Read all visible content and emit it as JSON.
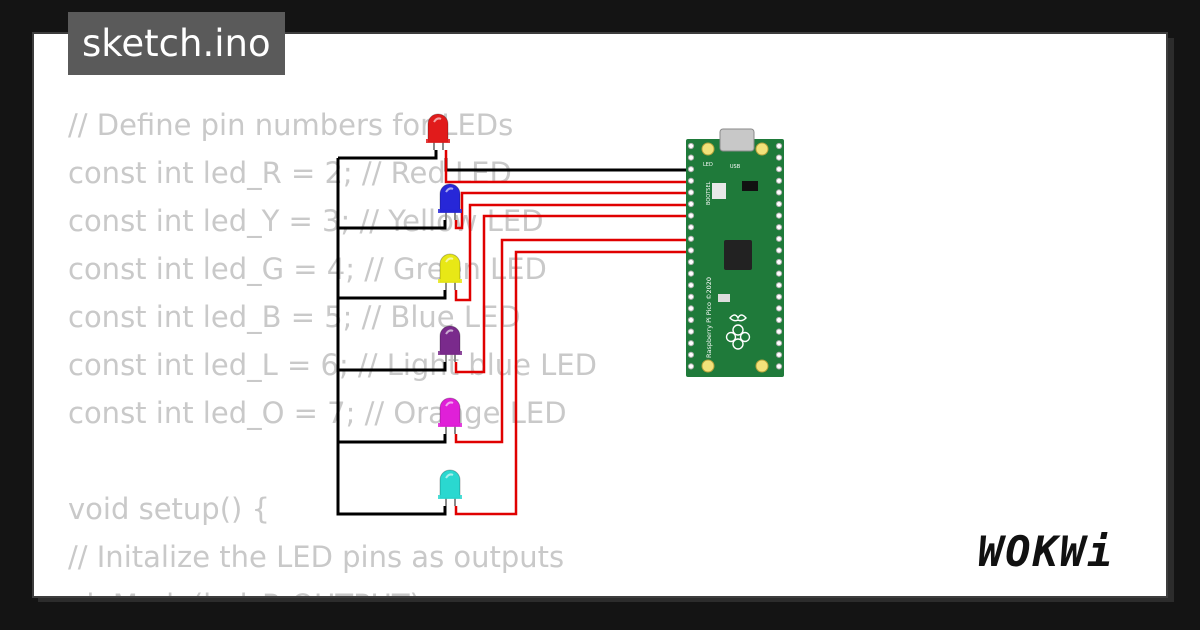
{
  "file_tab": {
    "label": "sketch.ino"
  },
  "code_lines": [
    "// Define pin numbers for LEDs",
    "const int led_R = 2; // Red LED",
    "const int led_Y = 3; // Yellow LED",
    "const int led_G = 4; // Green LED",
    "const int led_B = 5; // Blue LED",
    "const int led_L = 6; // Light blue LED",
    "const int led_O = 7; // Orange LED",
    "",
    "void setup() {",
    "// Initalize the LED pins as outputs",
    "pinMode(led_R,OUTPUT);"
  ],
  "board": {
    "name": "Raspberry Pi Pico ©2020",
    "usb_label": "USB",
    "led_label": "LED",
    "bootsel_label": "BOOTSEL",
    "color": "#1f7a3a"
  },
  "leds": [
    {
      "id": "led-red",
      "color": "#e11b1b"
    },
    {
      "id": "led-blue",
      "color": "#2727d8"
    },
    {
      "id": "led-yellow",
      "color": "#e8e816"
    },
    {
      "id": "led-purple",
      "color": "#7a2a8c"
    },
    {
      "id": "led-magenta",
      "color": "#e020d8"
    },
    {
      "id": "led-cyan",
      "color": "#2ad8d0"
    }
  ],
  "wire_colors": {
    "signal": "#e00000",
    "ground": "#000000"
  },
  "brand": {
    "logo_text": "WOKWi"
  }
}
